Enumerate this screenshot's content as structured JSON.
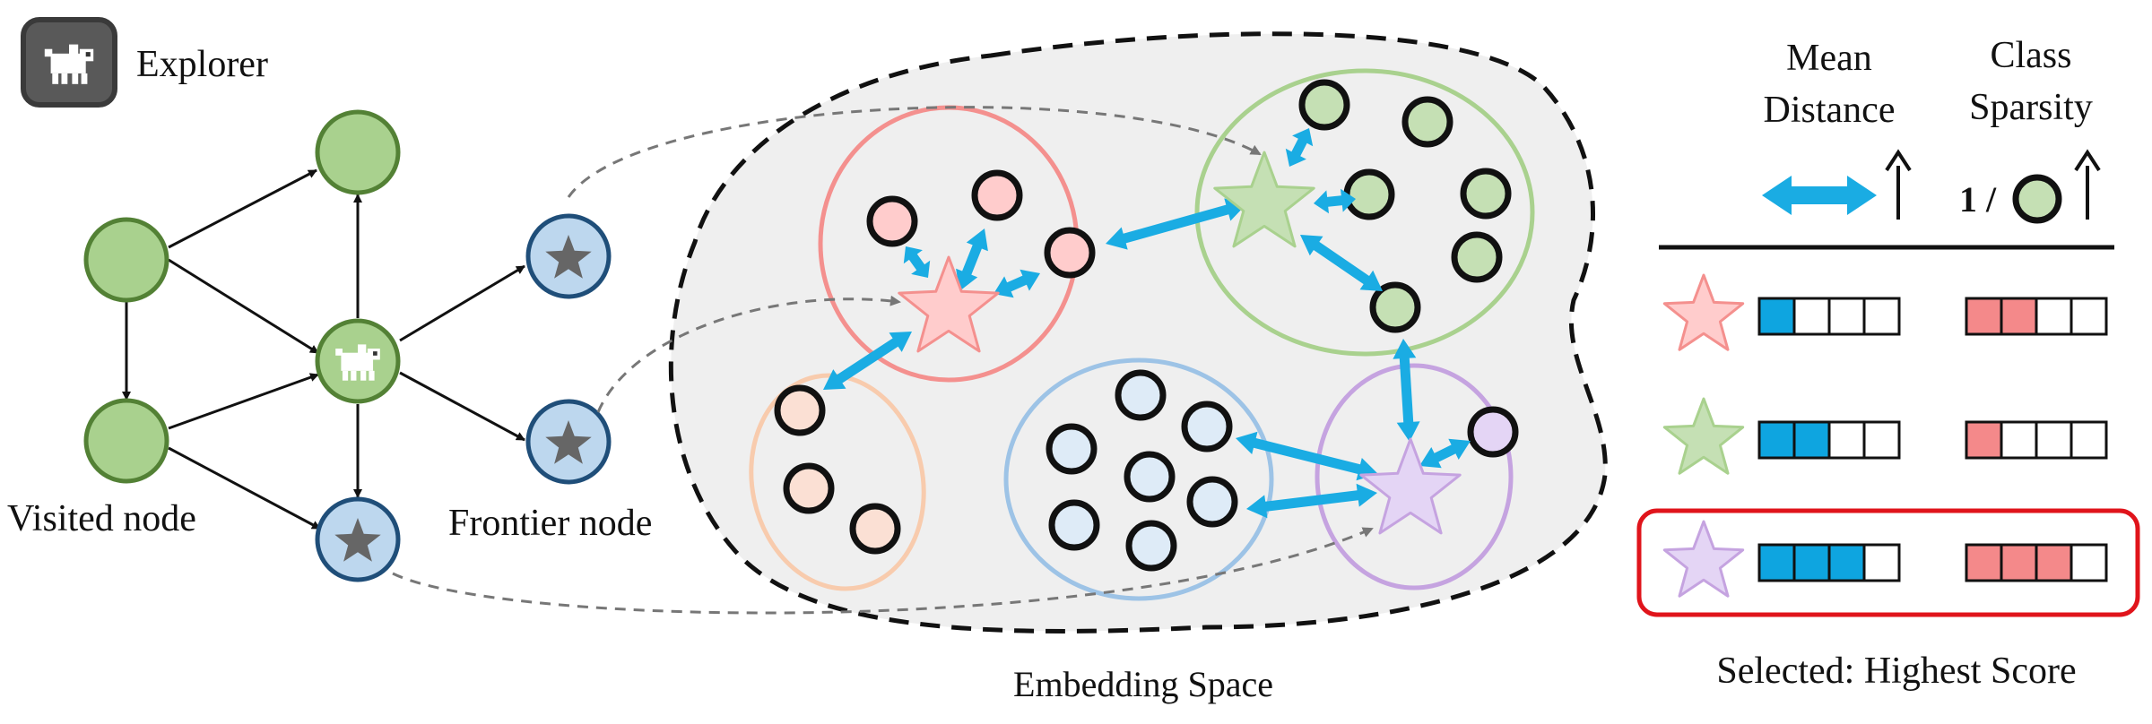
{
  "labels": {
    "explorer": "Explorer",
    "visited_node": "Visited node",
    "frontier_node": "Frontier node",
    "embedding_space": "Embedding Space",
    "mean_distance_line1": "Mean",
    "mean_distance_line2": "Distance",
    "class_sparsity_line1": "Class",
    "class_sparsity_line2": "Sparsity",
    "inverse_prefix": "1 /",
    "selected_caption": "Selected: Highest Score"
  },
  "colors": {
    "visited_fill": "#a9d18e",
    "visited_stroke": "#538135",
    "frontier_fill": "#bdd7ee",
    "frontier_stroke": "#1f4e79",
    "red_cluster": "#f4908e",
    "red_fill": "#ffcccc",
    "green_cluster": "#a9d18e",
    "green_fill": "#c5e0b4",
    "orange_cluster": "#f8cbad",
    "orange_fill": "#fbe0d4",
    "blue_cluster": "#9dc3e6",
    "blue_fill": "#deebf7",
    "purple_cluster": "#c5a3e0",
    "purple_fill": "#e4d5f5",
    "arrow_blue": "#1aace3",
    "bar_blue": "#0ea5e0",
    "bar_red": "#f4898a",
    "selected_border": "#e0141b",
    "embedding_bg": "#efefef"
  },
  "icons": [
    "robot-dog-icon",
    "star-icon"
  ],
  "scores": [
    {
      "star": "red",
      "mean_distance": 1,
      "class_sparsity": 2,
      "selected": false
    },
    {
      "star": "green",
      "mean_distance": 2,
      "class_sparsity": 1,
      "selected": false
    },
    {
      "star": "purple",
      "mean_distance": 3,
      "class_sparsity": 3,
      "selected": true
    }
  ],
  "score_scale": 4
}
